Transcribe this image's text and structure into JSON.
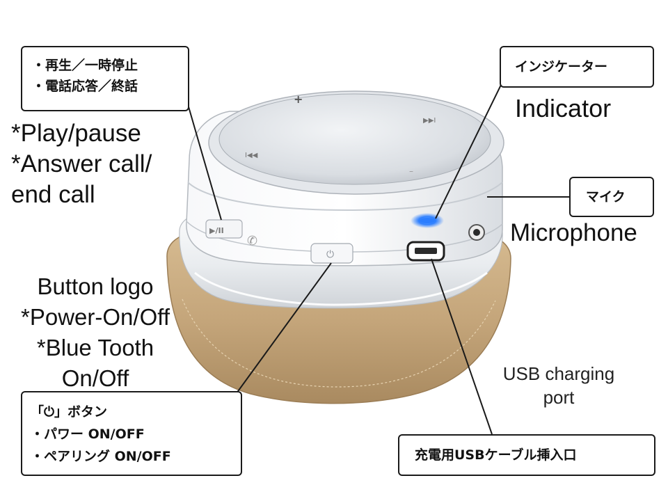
{
  "callouts": {
    "play_pause_jp": [
      "・再生／一時停止",
      "・電話応答／終話"
    ],
    "indicator_jp": "インジケーター",
    "mic_jp": "マイク",
    "power_jp": [
      "「⏻」ボタン",
      "・パワー ON/OFF",
      "・ペアリング ON/OFF"
    ],
    "usb_jp": "充電用USBケーブル挿入口"
  },
  "labels": {
    "play_pause_en": [
      "*Play/pause",
      "*Answer call/",
      "end call"
    ],
    "indicator_en": "Indicator",
    "mic_en": "Microphone",
    "button_logo_en": [
      "Button logo",
      "*Power-On/Off",
      "*Blue Tooth",
      "On/Off"
    ],
    "usb_en": [
      "USB charging",
      "port"
    ]
  },
  "device": {
    "button_symbols": {
      "plus": "+",
      "minus": "–",
      "play_pause": "▶/II",
      "next": "▶▶I",
      "prev": "I◀◀",
      "phone": "✆",
      "power": "⏻"
    },
    "colors": {
      "led": "#2a7dff",
      "cushion": "#c9ab80",
      "shell": "#eef0f3"
    }
  }
}
